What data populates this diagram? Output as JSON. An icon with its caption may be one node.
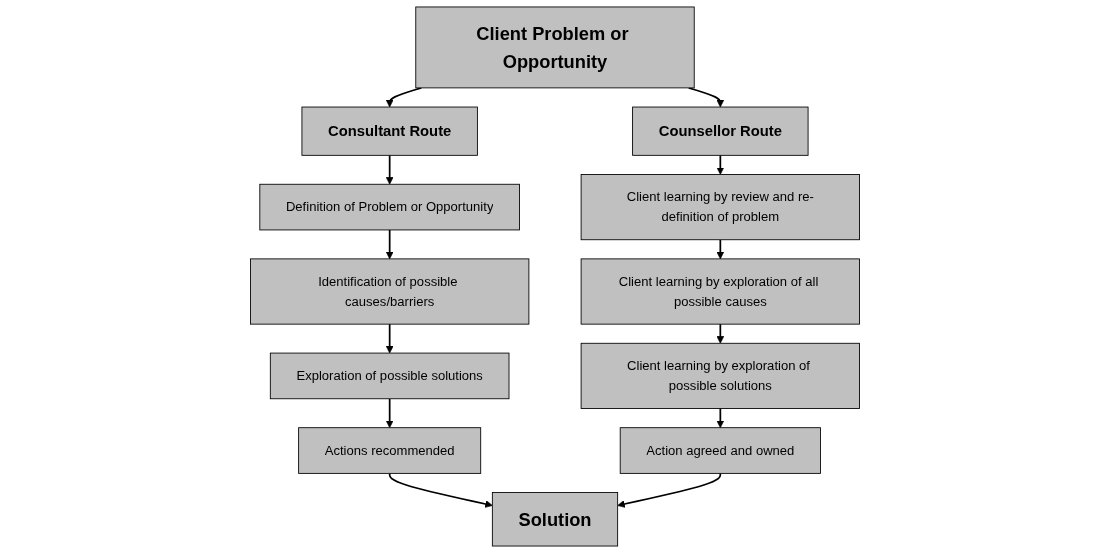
{
  "diagram": {
    "nodes": [
      {
        "text": [
          "Client Problem or Opportunity"
        ]
      },
      {
        "text": [
          "Consultant Route"
        ]
      },
      {
        "text": [
          "Definition of Problem or Opportunity"
        ]
      },
      {
        "text": [
          "Identification of possible causes/barriers"
        ]
      },
      {
        "text": [
          "Exploration of possible solutions"
        ]
      },
      {
        "text": [
          "Actions recommended"
        ]
      },
      {
        "text": [
          "Counsellor Route"
        ]
      },
      {
        "text": [
          "Client learning by review and re-definition of problem"
        ]
      },
      {
        "text": [
          "Client learning by exploration of all possible causes"
        ]
      },
      {
        "text": [
          "Client learning by exploration of possible solutions"
        ]
      },
      {
        "text": [
          "Action agreed and owned"
        ]
      },
      {
        "text": [
          "Solution"
        ]
      }
    ],
    "edges": [
      {
        "from": 0,
        "to": 1,
        "arrow": "to"
      },
      {
        "from": 0,
        "to": 6,
        "arrow": "to"
      },
      {
        "from": 1,
        "to": 2,
        "arrow": "to"
      },
      {
        "from": 2,
        "to": 3,
        "arrow": "to"
      },
      {
        "from": 3,
        "to": 4,
        "arrow": "to"
      },
      {
        "from": 4,
        "to": 5,
        "arrow": "to"
      },
      {
        "from": 6,
        "to": 7,
        "arrow": "to"
      },
      {
        "from": 7,
        "to": 8,
        "arrow": "to"
      },
      {
        "from": 8,
        "to": 9,
        "arrow": "to"
      },
      {
        "from": 9,
        "to": 10,
        "arrow": "to"
      },
      {
        "from": 5,
        "to": 11,
        "arrow": "to"
      },
      {
        "from": 10,
        "to": 11,
        "arrow": "to"
      }
    ]
  }
}
